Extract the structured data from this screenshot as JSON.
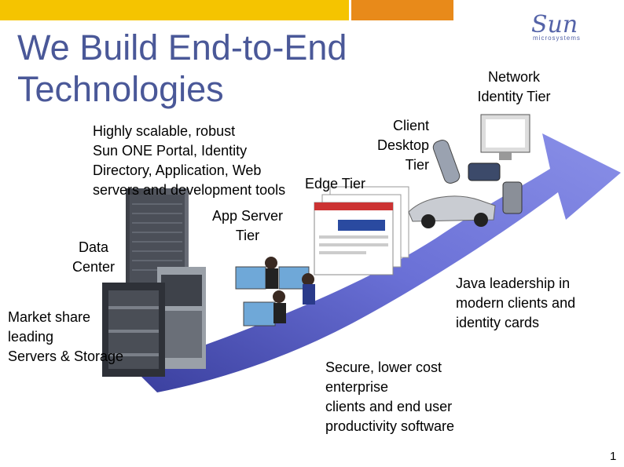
{
  "slide": {
    "title_line1": "We Build End-to-End",
    "title_line2": "Technologies",
    "logo": {
      "name": "Sun",
      "sub": "microsystems"
    },
    "labels": {
      "network_line1": "Network",
      "network_line2": "Identity Tier",
      "client_line1": "Client",
      "client_line2": "Desktop",
      "client_line3": "Tier",
      "scalable_line1": "Highly scalable, robust",
      "scalable_line2": "Sun ONE Portal, Identity",
      "scalable_line3": "Directory, Application, Web",
      "scalable_line4": "servers and development tools",
      "edge": "Edge Tier",
      "app_line1": "App Server",
      "app_line2": "Tier",
      "data_line1": "Data",
      "data_line2": "Center",
      "java_line1": "Java leadership in",
      "java_line2": "modern clients and",
      "java_line3": "identity cards",
      "market_line1": "Market share",
      "market_line2": "leading",
      "market_line3": "Servers & Storage",
      "secure_line1": "Secure, lower cost",
      "secure_line2": "enterprise",
      "secure_line3": "clients and end user",
      "secure_line4": "productivity software"
    },
    "page_number": "1",
    "colors": {
      "title": "#4a5898",
      "bar_yellow": "#f5c400",
      "bar_orange": "#e88a1a",
      "arrow": "#5a5fc8"
    }
  }
}
